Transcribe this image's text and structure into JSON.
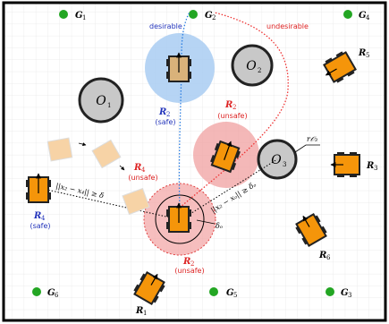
{
  "colors": {
    "goal": "#23a623",
    "obstacle_fill": "#c8c8c8",
    "robot_body": "#f5950a",
    "robot_ghost": "#f7d3a6",
    "safe_disk": "#a9cdf2",
    "unsafe_disk": "#f0a0a0",
    "safe_text": "#2233bb",
    "unsafe_text": "#dd2222",
    "grid": "#e4e4e4"
  },
  "goals": [
    {
      "id": "g1",
      "name": "G",
      "sub": "1"
    },
    {
      "id": "g2",
      "name": "G",
      "sub": "2"
    },
    {
      "id": "g4",
      "name": "G",
      "sub": "4"
    },
    {
      "id": "g6",
      "name": "G",
      "sub": "6"
    },
    {
      "id": "g5",
      "name": "G",
      "sub": "5"
    },
    {
      "id": "g3",
      "name": "G",
      "sub": "3"
    }
  ],
  "obstacles": [
    {
      "id": "o1",
      "name": "O",
      "sub": "1"
    },
    {
      "id": "o2",
      "name": "O",
      "sub": "2"
    },
    {
      "id": "o3",
      "name": "O",
      "sub": "3"
    }
  ],
  "robots": [
    {
      "id": "r1",
      "name": "R",
      "sub": "1"
    },
    {
      "id": "r3",
      "name": "R",
      "sub": "3"
    },
    {
      "id": "r5",
      "name": "R",
      "sub": "5"
    },
    {
      "id": "r6",
      "name": "R",
      "sub": "6"
    }
  ],
  "paths": {
    "desirable": "desirable",
    "undesirable": "undesirable"
  },
  "status_labels": {
    "r2_top": {
      "name": "R",
      "sub": "2",
      "status": "(safe)"
    },
    "r2_mid": {
      "name": "R",
      "sub": "2",
      "status": "(unsafe)"
    },
    "r2_bottom": {
      "name": "R",
      "sub": "2",
      "status": "(unsafe)"
    },
    "r4_ghost": {
      "name": "R",
      "sub": "4",
      "status": "(unsafe)"
    },
    "r4_left": {
      "name": "R",
      "sub": "4",
      "status": "(safe)"
    }
  },
  "annotations": {
    "dist_robots": "||x₂ − x₄|| ≥ δ",
    "dist_obstacle": "||x₂ − xₒ|| ≥ δₒ",
    "delta": "δ",
    "delta_o": "δₒ",
    "radius_o3": "r𝒪₃"
  }
}
